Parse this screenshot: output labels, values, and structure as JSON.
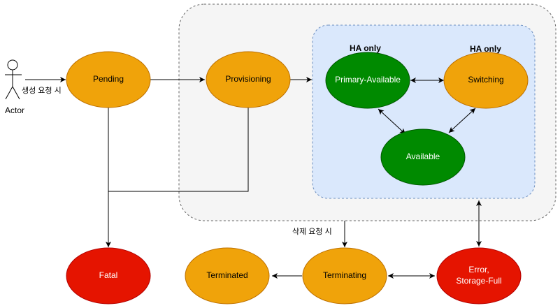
{
  "actor": {
    "label": "Actor",
    "create_label": "생성 요청 시"
  },
  "groups": {
    "ha_only_left": "HA only",
    "ha_only_right": "HA only"
  },
  "nodes": {
    "pending": "Pending",
    "provisioning": "Provisioning",
    "primary_available": "Primary-Available",
    "switching": "Switching",
    "available": "Available",
    "fatal": "Fatal",
    "terminated": "Terminated",
    "terminating": "Terminating",
    "error_line1": "Error,",
    "error_line2": "Storage-Full"
  },
  "edges": {
    "delete_label": "삭제 요청 시"
  },
  "colors": {
    "orange": "#f0a30a",
    "orange_stroke": "#bd7000",
    "green": "#008a00",
    "green_stroke": "#005700",
    "red": "#e51400",
    "red_stroke": "#b20000",
    "outer_fill": "#f5f5f5",
    "inner_fill": "#dae8fc",
    "inner_stroke": "#6c8ebf"
  }
}
